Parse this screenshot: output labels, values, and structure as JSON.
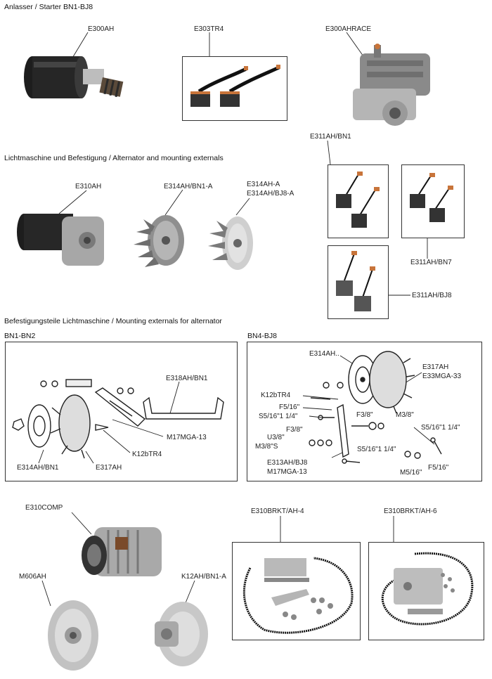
{
  "sections": {
    "starter": "Anlasser / Starter BN1-BJ8",
    "alternator": "Lichtmaschine und Befestigung / Alternator and mounting externals",
    "mounting": "Befestigungsteile Lichtmaschine / Mounting externals for alternator",
    "bn1_bn2": "BN1-BN2",
    "bn4_bj8": "BN4-BJ8"
  },
  "labels": {
    "e300ah": "E300AH",
    "e303tr4": "E303TR4",
    "e300ahrace": "E300AHRACE",
    "e311ah_bn1": "E311AH/BN1",
    "e310ah": "E310AH",
    "e314ah_bn1_a": "E314AH/BN1-A",
    "e314ah_a_1": "E314AH-A",
    "e314ah_a_2": "E314AH/BJ8-A",
    "e311ah_bn7": "E311AH/BN7",
    "e311ah_bj8": "E311AH/BJ8",
    "e318ah_bn1": "E318AH/BN1",
    "m17mga13": "M17MGA-13",
    "k12btr4": "K12bTR4",
    "e314ah_bn1": "E314AH/BN1",
    "e317ah": "E317AH",
    "e314ah_dots": "E314AH..",
    "e317ah_b": "E317AH",
    "e33mga33": "E33MGA-33",
    "k12btr4_b": "K12bTR4",
    "f5_16": "F5/16\"",
    "s5_16_114": "S5/16\"1 1/4\"",
    "f3_8_a": "F3/8\"",
    "m3_8": "M3/8\"",
    "f3_8_b": "F3/8\"",
    "u3_8": "U3/8\"",
    "m3_8_s": "M3/8\"S",
    "s5_16_114_b": "S5/16\"1 1/4\"",
    "s5_16_114_c": "S5/16\"1 1/4\"",
    "e313ah_bj8": "E313AH/BJ8",
    "m17mga13_b": "M17MGA-13",
    "m5_16": "M5/16\"",
    "f5_16_b": "F5/16\"",
    "e310comp": "E310COMP",
    "m606ah": "M606AH",
    "k12ah_bn1_a": "K12AH/BN1-A",
    "e310brkt_4": "E310BRKT/AH-4",
    "e310brkt_6": "E310BRKT/AH-6"
  },
  "colors": {
    "ink": "#222222",
    "metal": "#9a9a9a",
    "dark": "#2b2b2b",
    "copper": "#c8743a"
  }
}
